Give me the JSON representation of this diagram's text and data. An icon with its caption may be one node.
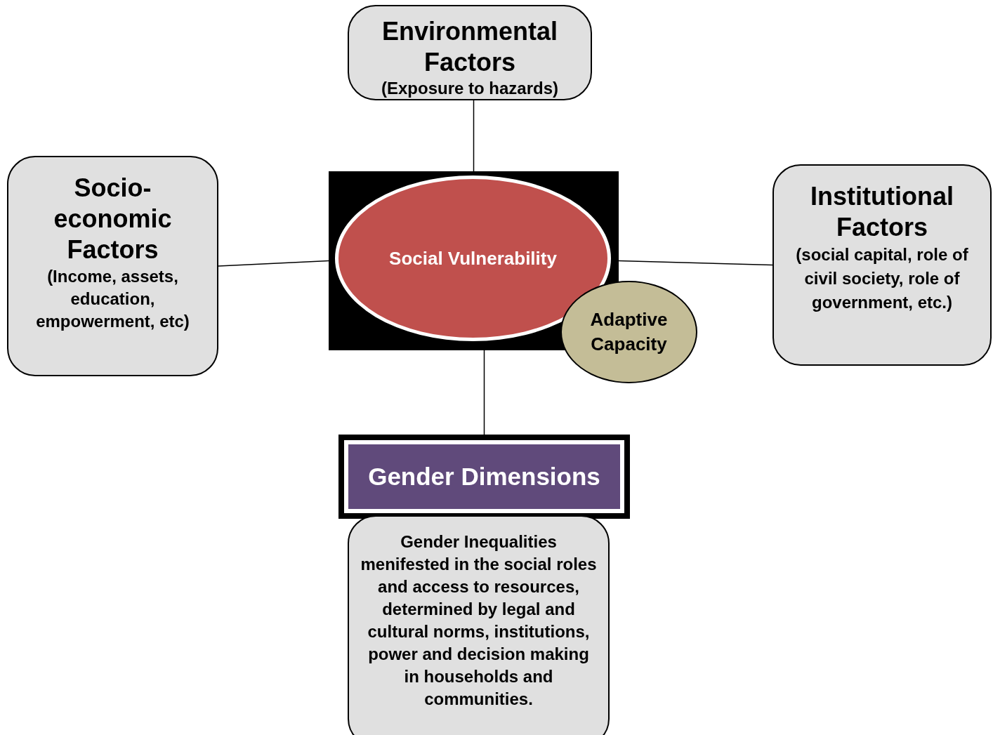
{
  "diagram": {
    "nodes": [
      {
        "text": [
          "Environmental Factors",
          "(Exposure to hazards)"
        ]
      },
      {
        "text": [
          "Socio- economic Factors",
          "(Income, assets, education, empowerment, etc)"
        ]
      },
      {
        "text": [],
        "shape": "box"
      },
      {
        "text": [
          "Social Vulnerability"
        ],
        "in": 2
      },
      {
        "text": [
          "Adaptive Capacity"
        ]
      },
      {
        "text": [
          "Institutional Factors",
          "(social capital, role of civil society, role of government, etc.)"
        ]
      },
      {
        "text": [
          "Gender Dimensions"
        ]
      },
      {
        "text": [
          "Gender Inequalities menifested in the social roles and access to resources, determined by legal and cultural norms, institutions, power and decision making in households and communities."
        ]
      }
    ],
    "edges": [
      {
        "from": 0,
        "to": 2,
        "arrow": "none"
      },
      {
        "from": 1,
        "to": 2,
        "arrow": "none"
      },
      {
        "from": 5,
        "to": 2,
        "arrow": "none"
      },
      {
        "from": 2,
        "to": 6,
        "arrow": "none"
      }
    ]
  }
}
